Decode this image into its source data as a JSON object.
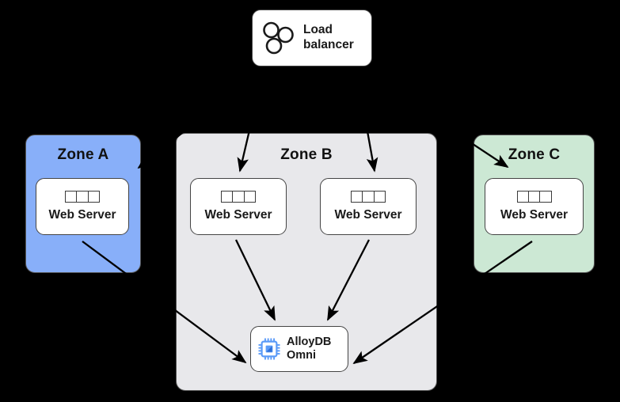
{
  "diagram": {
    "background_color": "#000000",
    "load_balancer": {
      "label_line1": "Load",
      "label_line2": "balancer",
      "icon": "three-circles-icon"
    },
    "zones": [
      {
        "id": "zone-a",
        "title": "Zone A",
        "color": "#88AFF9",
        "nodes": [
          {
            "id": "ws-a",
            "label": "Web Server",
            "icon": "server-rack-icon"
          }
        ]
      },
      {
        "id": "zone-b",
        "title": "Zone B",
        "color": "#E8E8EB",
        "nodes": [
          {
            "id": "ws-b1",
            "label": "Web Server",
            "icon": "server-rack-icon"
          },
          {
            "id": "ws-b2",
            "label": "Web Server",
            "icon": "server-rack-icon"
          },
          {
            "id": "alloydb",
            "label_line1": "AlloyDB",
            "label_line2": "Omni",
            "icon": "cpu-chip-icon",
            "icon_color": "#5B9BF8"
          }
        ]
      },
      {
        "id": "zone-c",
        "title": "Zone C",
        "color": "#CCE8D4",
        "nodes": [
          {
            "id": "ws-c",
            "label": "Web Server",
            "icon": "server-rack-icon"
          }
        ]
      }
    ],
    "connections": [
      {
        "from": "load-balancer",
        "to": "ws-a"
      },
      {
        "from": "load-balancer",
        "to": "ws-b1"
      },
      {
        "from": "load-balancer",
        "to": "ws-b2"
      },
      {
        "from": "load-balancer",
        "to": "ws-c"
      },
      {
        "from": "ws-a",
        "to": "alloydb"
      },
      {
        "from": "ws-b1",
        "to": "alloydb"
      },
      {
        "from": "ws-b2",
        "to": "alloydb"
      },
      {
        "from": "ws-c",
        "to": "alloydb"
      }
    ]
  }
}
